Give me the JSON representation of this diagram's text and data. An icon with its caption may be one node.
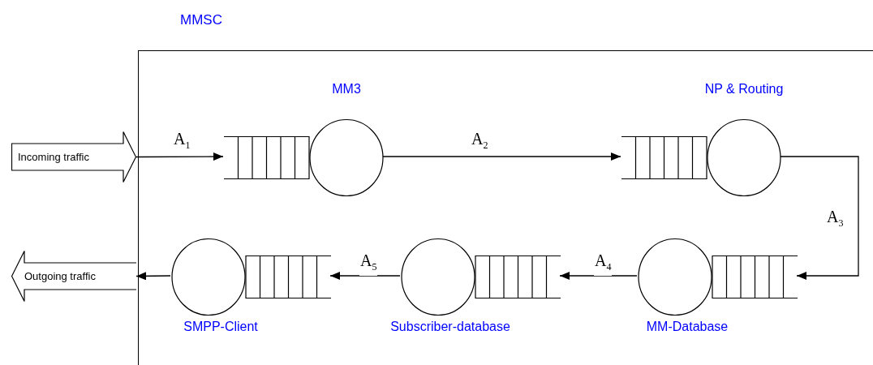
{
  "diagram": {
    "nodes": [
      {
        "text": [
          "MMSC"
        ]
      },
      {
        "text": [
          "Incoming traffic"
        ]
      },
      {
        "text": [
          "MM3"
        ],
        "in": 0
      },
      {
        "text": [
          "NP & Routing"
        ],
        "in": 0
      },
      {
        "text": [
          "Outgoing traffic"
        ]
      },
      {
        "text": [
          "SMPP-Client"
        ],
        "in": 0
      },
      {
        "text": [
          "Subscriber-database"
        ],
        "in": 0
      },
      {
        "text": [
          "MM-Database"
        ],
        "in": 0
      }
    ],
    "edges": [
      {
        "from": 1,
        "to": 2,
        "arrow": "to",
        "label": "A$_{1}$"
      },
      {
        "from": 2,
        "to": 3,
        "arrow": "to",
        "label": "A$_{2}$"
      },
      {
        "from": 3,
        "to": 7,
        "arrow": "to",
        "label": "A$_{3}$"
      },
      {
        "from": 7,
        "to": 6,
        "arrow": "to",
        "label": "A$_{4}$"
      },
      {
        "from": 6,
        "to": 5,
        "arrow": "to",
        "label": "A$_{5}$"
      },
      {
        "from": 5,
        "to": 4,
        "arrow": "to"
      }
    ]
  }
}
